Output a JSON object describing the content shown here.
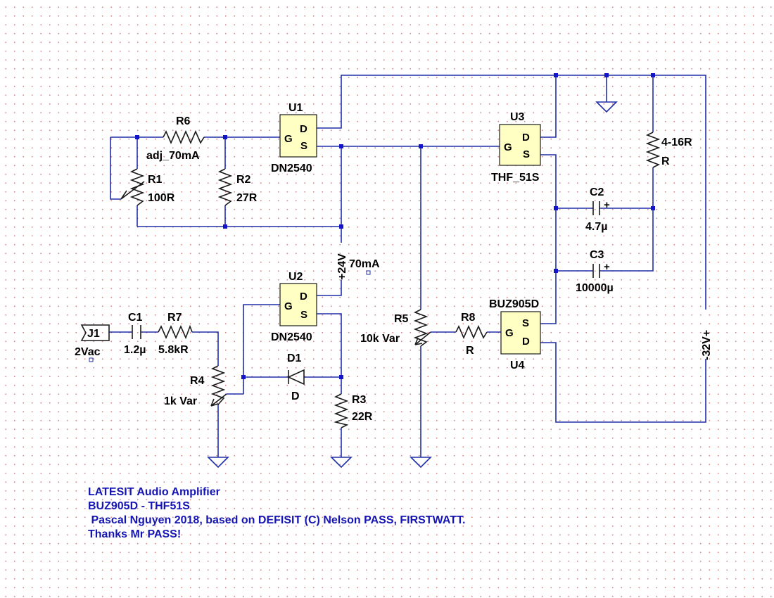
{
  "components": {
    "U1": {
      "ref": "U1",
      "pins": [
        "G",
        "D",
        "S"
      ],
      "part": "DN2540"
    },
    "U2": {
      "ref": "U2",
      "pins": [
        "G",
        "D",
        "S"
      ],
      "part": "DN2540"
    },
    "U3": {
      "ref": "U3",
      "pins": [
        "G",
        "D",
        "S"
      ],
      "part": "THF_51S"
    },
    "U4": {
      "ref": "U4",
      "pins": [
        "G",
        "S",
        "D"
      ],
      "part": "BUZ905D"
    },
    "R1": {
      "ref": "R1",
      "value": "100R"
    },
    "R2": {
      "ref": "R2",
      "value": "27R"
    },
    "R3": {
      "ref": "R3",
      "value": "22R"
    },
    "R4": {
      "ref": "R4",
      "value": "1k Var"
    },
    "R5": {
      "ref": "R5",
      "value": "10k Var"
    },
    "R6": {
      "ref": "R6",
      "value": "adj_70mA"
    },
    "R7": {
      "ref": "R7",
      "value": "5.8kR"
    },
    "R8": {
      "ref": "R8",
      "value": "R"
    },
    "RL": {
      "ref": "4-16R",
      "value": "R"
    },
    "C1": {
      "ref": "C1",
      "value": "1.2µ"
    },
    "C2": {
      "ref": "C2",
      "value": "4.7µ"
    },
    "C3": {
      "ref": "C3",
      "value": "10000µ"
    },
    "D1": {
      "ref": "D1",
      "value": "D"
    },
    "J1": {
      "ref": "J1",
      "value": "2Vac"
    }
  },
  "supplies": {
    "pos": "+24V",
    "neg": "-32V+"
  },
  "current_label": "70mA",
  "cap_polarity": "+",
  "notes": [
    "LATESIT Audio Amplifier",
    "BUZ905D - THF51S",
    "",
    " Pascal Nguyen 2018, based on DEFISIT (C) Nelson PASS, FIRSTWATT.",
    "Thanks Mr PASS!"
  ],
  "colors": {
    "wire": "#1f2fa8",
    "node": "#1414c8",
    "text_note": "#1515b5",
    "chip_fill": "#ffffc4",
    "grid_dot": "#d49090"
  }
}
